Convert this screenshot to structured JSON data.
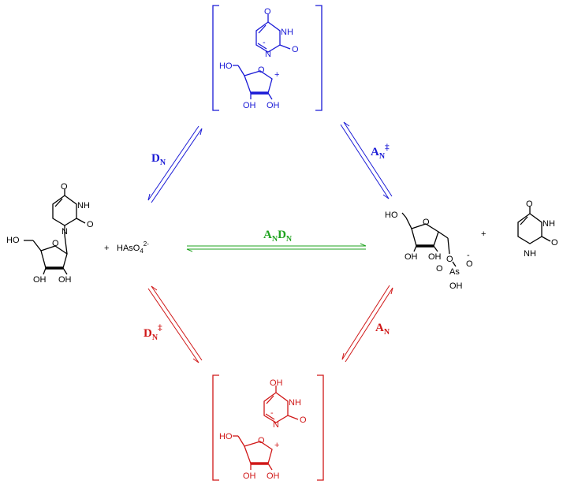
{
  "colors": {
    "blue": "#1a1ad6",
    "green": "#1fa31f",
    "red": "#d01818",
    "black": "#000000",
    "gray": "#444444"
  },
  "labels": {
    "top_left_arrow": {
      "main": "D",
      "sub": "N",
      "sup": ""
    },
    "top_right_arrow": {
      "main": "A",
      "sub": "N",
      "sup": "‡"
    },
    "middle_arrow": {
      "a": "A",
      "a_sub": "N",
      "d": "D",
      "d_sub": "N"
    },
    "bottom_left_arrow": {
      "main": "D",
      "sub": "N",
      "sup": "‡"
    },
    "bottom_right_arrow": {
      "main": "A",
      "sub": "N",
      "sup": ""
    }
  },
  "reactant": {
    "plus": "+",
    "arsenate": "HAsO",
    "arsenate_sub": "4",
    "arsenate_sup": "2-",
    "uracil_O_top": "O",
    "uracil_NH": "NH",
    "uracil_O_right": "O",
    "uracil_N": "N",
    "sugar_HO": "HO",
    "sugar_O": "O",
    "sugar_OH_left": "OH",
    "sugar_OH_right": "OH"
  },
  "product": {
    "plus": "+",
    "sugar_HO": "HO",
    "sugar_O": "O",
    "sugar_OH_left": "OH",
    "sugar_OH_right": "OH",
    "link_O": "O",
    "As": "As",
    "As_O_left": "O",
    "As_O_right": "O",
    "As_minus": "-",
    "As_OH": "OH",
    "uracil_O_top": "O",
    "uracil_NH": "NH",
    "uracil_O_right": "O",
    "uracil_NH_bottom": "NH"
  },
  "top_intermediate": {
    "O_top": "O",
    "NH": "NH",
    "minus": "-",
    "N": "N",
    "O_right": "O",
    "HO": "HO",
    "O_ring": "O",
    "plus": "+",
    "OH_left": "OH",
    "OH_right": "OH"
  },
  "bottom_intermediate": {
    "OH_top": "OH",
    "NH": "NH",
    "minus": "-",
    "N": "N",
    "O_right": "O",
    "HO": "HO",
    "O_ring": "O",
    "plus": "+",
    "OH_left": "OH",
    "OH_right": "OH"
  }
}
